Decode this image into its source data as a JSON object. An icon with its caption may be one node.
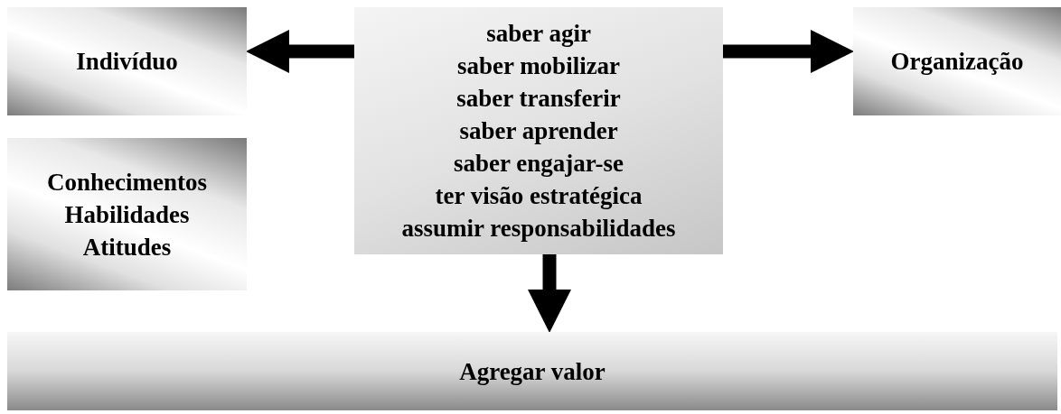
{
  "diagram": {
    "nodes": [
      {
        "text": [
          "Indivíduo"
        ]
      },
      {
        "text": [
          "saber agir",
          "saber mobilizar",
          "saber transferir",
          "saber aprender",
          "saber engajar-se",
          "ter visão estratégica",
          "assumir responsabilidades"
        ]
      },
      {
        "text": [
          "Organização"
        ]
      },
      {
        "text": [
          "Conhecimentos",
          "Habilidades",
          "Atitudes"
        ]
      },
      {
        "text": [
          "Agregar valor"
        ]
      }
    ],
    "edges": [
      {
        "from": 1,
        "to": 0,
        "arrow": "to"
      },
      {
        "from": 1,
        "to": 2,
        "arrow": "to"
      },
      {
        "from": 1,
        "to": 4,
        "arrow": "to"
      }
    ]
  }
}
